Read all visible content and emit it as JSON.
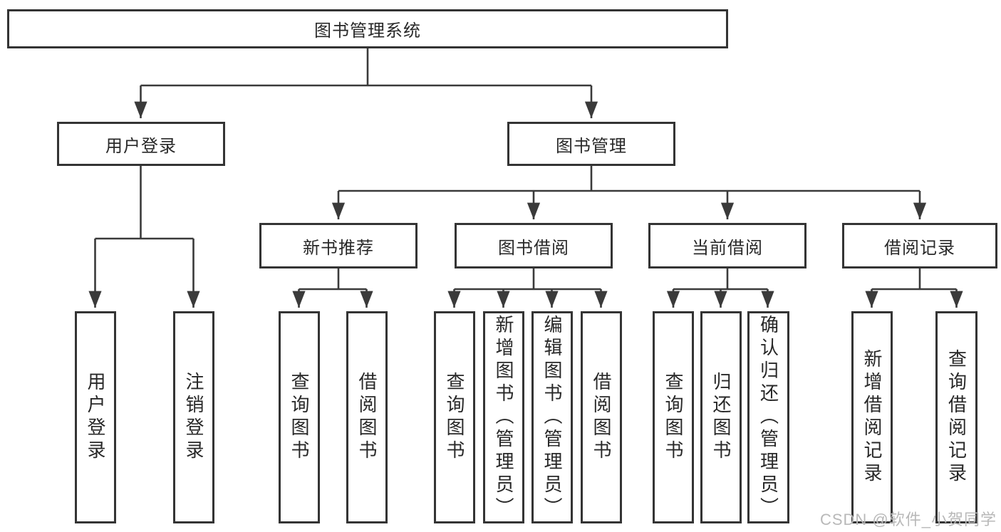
{
  "colors": {
    "background": "#ffffff",
    "box_border": "#343434",
    "connector_line": "#3a3a3a",
    "text": "#282828",
    "watermark": "#b8b8b8"
  },
  "tree": {
    "root": {
      "label": "图书管理系统"
    },
    "branches": [
      {
        "label": "用户登录",
        "children": [
          "用户登录",
          "注销登录"
        ]
      },
      {
        "label": "图书管理",
        "sections": [
          {
            "label": "新书推荐",
            "children": [
              "查询图书",
              "借阅图书"
            ]
          },
          {
            "label": "图书借阅",
            "children": [
              "查询图书",
              "新增图书（管理员）",
              "编辑图书（管理员）",
              "借阅图书"
            ]
          },
          {
            "label": "当前借阅",
            "children": [
              "查询图书",
              "归还图书",
              "确认归还（管理员）"
            ]
          },
          {
            "label": "借阅记录",
            "children": [
              "新增借阅记录",
              "查询借阅记录"
            ]
          }
        ]
      }
    ]
  },
  "watermark": {
    "text": "CSDN @软件_小贺同学"
  }
}
